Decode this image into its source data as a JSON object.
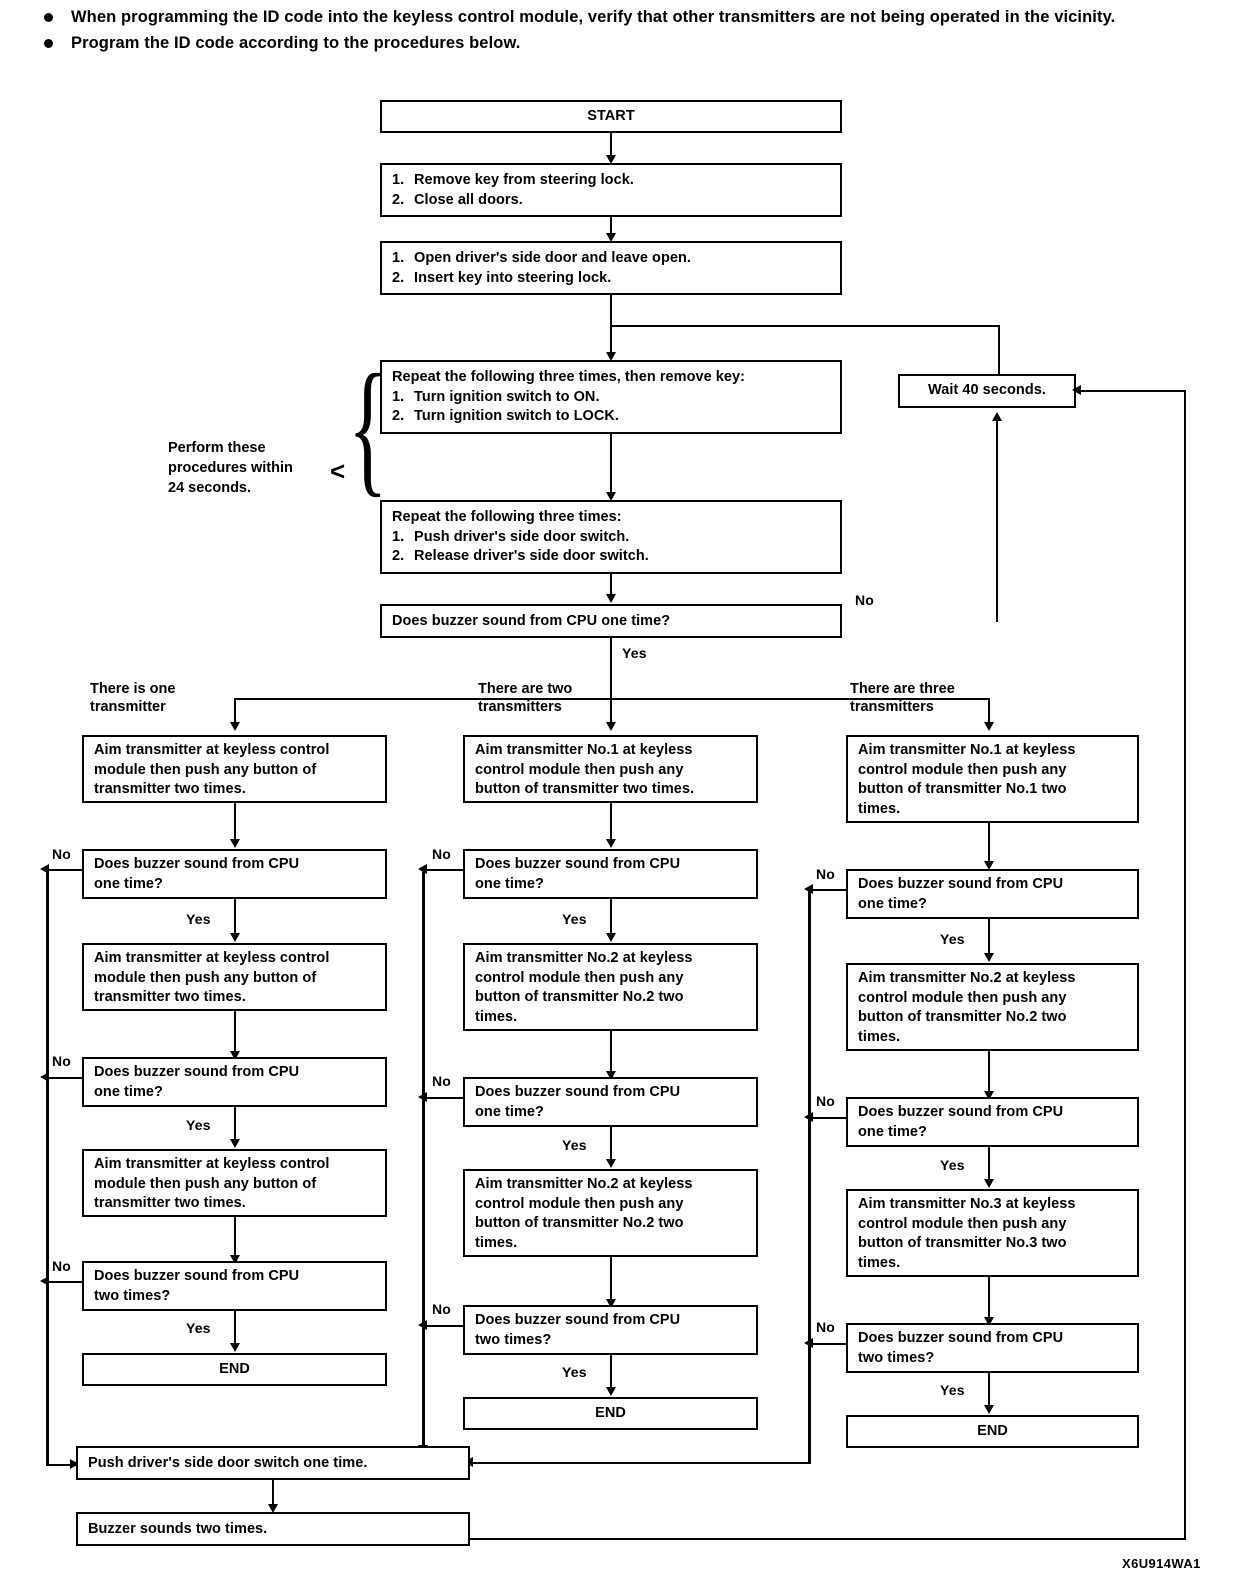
{
  "bullets": [
    "When programming the ID code into the keyless control module, verify that other transmitters are not being operated in the vicinity.",
    "Program the ID code according to the procedures below."
  ],
  "flow": {
    "start": "START",
    "step1": {
      "l1num": "1.",
      "l1": "Remove key from steering lock.",
      "l2num": "2.",
      "l2": "Close all doors."
    },
    "step2": {
      "l1num": "1.",
      "l1": "Open driver's side door and leave open.",
      "l2num": "2.",
      "l2": "Insert key into steering lock."
    },
    "repeat1": {
      "head": "Repeat the following three times, then remove key:",
      "l1num": "1.",
      "l1": "Turn ignition switch to ON.",
      "l2num": "2.",
      "l2": "Turn ignition switch to LOCK."
    },
    "repeat2": {
      "head": "Repeat the following three times:",
      "l1num": "1.",
      "l1": "Push driver's side door switch.",
      "l2num": "2.",
      "l2": "Release driver's side door switch."
    },
    "buzzer_main": "Does buzzer sound from CPU one time?",
    "wait": "Wait 40 seconds.",
    "bracket_note_l1": "Perform these",
    "bracket_note_l2": "procedures within",
    "bracket_note_l3": "24 seconds.",
    "push_switch": "Push driver's side door switch one time.",
    "buzzer_two": "Buzzer sounds two times.",
    "end": "END",
    "yes": "Yes",
    "no": "No"
  },
  "columns": {
    "one": {
      "head_l1": "There is one",
      "head_l2": "transmitter",
      "aim1_l1": "Aim transmitter at keyless control",
      "aim1_l2": "module then push any button of",
      "aim1_l3": "transmitter two times.",
      "q1_l1": "Does buzzer sound from CPU",
      "q1_l2": "one time?",
      "aim2_l1": "Aim transmitter at keyless control",
      "aim2_l2": "module then push any button of",
      "aim2_l3": "transmitter two times.",
      "q2_l1": "Does buzzer sound from CPU",
      "q2_l2": "one time?",
      "aim3_l1": "Aim transmitter at keyless control",
      "aim3_l2": "module then push any button of",
      "aim3_l3": "transmitter two times.",
      "q3_l1": "Does buzzer sound from CPU",
      "q3_l2": "two times?"
    },
    "two": {
      "head_l1": "There are two",
      "head_l2": "transmitters",
      "aim1_l1": "Aim transmitter No.1 at keyless",
      "aim1_l2": "control module then push any",
      "aim1_l3": "button of transmitter two times.",
      "q1_l1": "Does buzzer sound from CPU",
      "q1_l2": "one time?",
      "aim2_l1": "Aim transmitter No.2 at keyless",
      "aim2_l2": "control module then push any",
      "aim2_l3": "button of transmitter No.2 two",
      "aim2_l4": "times.",
      "q2_l1": "Does buzzer sound from CPU",
      "q2_l2": "one time?",
      "aim3_l1": "Aim transmitter No.2 at keyless",
      "aim3_l2": "control module then push any",
      "aim3_l3": "button of transmitter No.2 two",
      "aim3_l4": "times.",
      "q3_l1": "Does buzzer sound from CPU",
      "q3_l2": "two times?"
    },
    "three": {
      "head_l1": "There are three",
      "head_l2": "transmitters",
      "aim1_l1": "Aim transmitter No.1 at keyless",
      "aim1_l2": "control module then push any",
      "aim1_l3": "button of transmitter No.1 two",
      "aim1_l4": "times.",
      "q1_l1": "Does buzzer sound from CPU",
      "q1_l2": "one time?",
      "aim2_l1": "Aim transmitter No.2 at keyless",
      "aim2_l2": "control module then push any",
      "aim2_l3": "button of transmitter No.2 two",
      "aim2_l4": "times.",
      "q2_l1": "Does buzzer sound from CPU",
      "q2_l2": "one time?",
      "aim3_l1": "Aim transmitter No.3 at keyless",
      "aim3_l2": "control module then push any",
      "aim3_l3": "button of transmitter No.3 two",
      "aim3_l4": "times.",
      "q3_l1": "Does buzzer sound from CPU",
      "q3_l2": "two times?"
    }
  },
  "reference_code": "X6U914WA1"
}
